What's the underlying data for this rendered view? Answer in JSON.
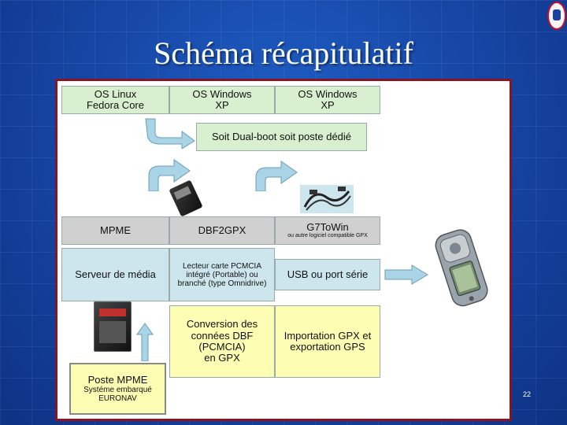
{
  "slide": {
    "title": "Schéma récapitulatif",
    "page_number": "22"
  },
  "row1": {
    "linux": [
      "OS Linux",
      "Fedora Core"
    ],
    "winxp1": [
      "OS Windows",
      "XP"
    ],
    "winxp2": [
      "OS Windows",
      "XP"
    ]
  },
  "dual_boot": "Soit Dual-boot soit poste dédié",
  "row2": {
    "mpme": "MPME",
    "dbf2gpx": "DBF2GPX",
    "g7towin": "G7ToWin",
    "g7towin_sub": "ou autre logiciel compatible GPX"
  },
  "row3": {
    "serveur": "Serveur de média",
    "lecteur": [
      "Lecteur carte PCMCIA",
      "intégré (Portable) ou",
      "branché (type Omnidrive)"
    ],
    "usb": "USB ou port série"
  },
  "row4": {
    "conversion": [
      "Conversion des",
      "connées DBF",
      "(PCMCIA)",
      "en GPX"
    ],
    "import": [
      "Importation GPX et",
      "exportation GPS"
    ]
  },
  "poste": {
    "title": "Poste MPME",
    "sub": [
      "Systéme embarqué",
      "EURONAV"
    ]
  },
  "icons": {
    "pcmcia_card": "pcmcia-card-icon",
    "usb_cable": "usb-cable-icon",
    "gps_device": "gps-device-icon",
    "pcmcia_card_large": "pcmcia-card-large-icon"
  },
  "colors": {
    "background": "#1748a8",
    "panel_border": "#8a1520",
    "green": "#d8f0d0",
    "gray": "#d0d0d0",
    "blue": "#cde6ee",
    "yellow": "#fdfdb4",
    "arrow_fill": "#a8d4e6"
  }
}
